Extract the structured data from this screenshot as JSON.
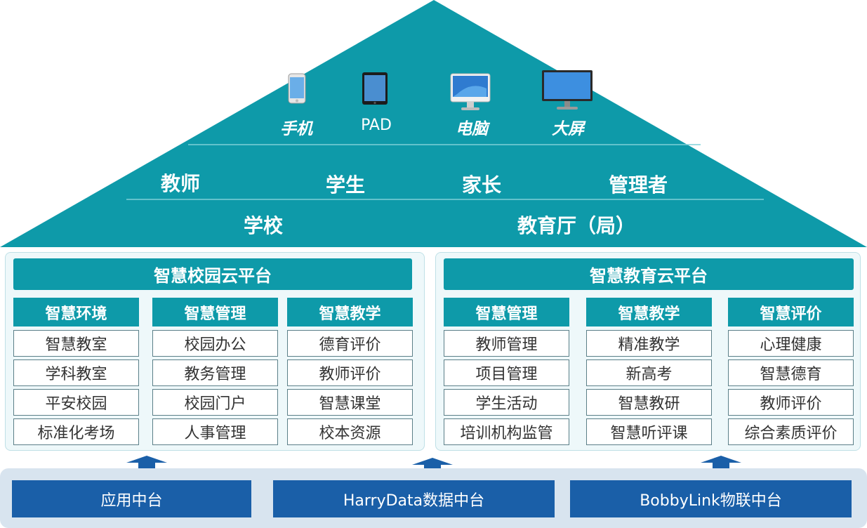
{
  "colors": {
    "teal": "#0e9aa9",
    "navy": "#1a5fa8",
    "panel": "#eef8fa",
    "base": "#d8e4ef"
  },
  "devices": [
    {
      "icon": "phone-icon",
      "label": "手机"
    },
    {
      "icon": "tablet-icon",
      "label": "PAD"
    },
    {
      "icon": "desktop-icon",
      "label": "电脑"
    },
    {
      "icon": "monitor-icon",
      "label": "大屏"
    }
  ],
  "roles": [
    "教师",
    "学生",
    "家长",
    "管理者"
  ],
  "organizations": [
    "学校",
    "教育厅（局）"
  ],
  "platforms": [
    {
      "title": "智慧校园云平台",
      "columns": [
        {
          "header": "智慧环境",
          "items": [
            "智慧教室",
            "学科教室",
            "平安校园",
            "标准化考场"
          ]
        },
        {
          "header": "智慧管理",
          "items": [
            "校园办公",
            "教务管理",
            "校园门户",
            "人事管理"
          ]
        },
        {
          "header": "智慧教学",
          "items": [
            "德育评价",
            "教师评价",
            "智慧课堂",
            "校本资源"
          ]
        }
      ]
    },
    {
      "title": "智慧教育云平台",
      "columns": [
        {
          "header": "智慧管理",
          "items": [
            "教师管理",
            "项目管理",
            "学生活动",
            "培训机构监管"
          ]
        },
        {
          "header": "智慧教学",
          "items": [
            "精准教学",
            "新高考",
            "智慧教研",
            "智慧听评课"
          ]
        },
        {
          "header": "智慧评价",
          "items": [
            "心理健康",
            "智慧德育",
            "教师评价",
            "综合素质评价"
          ]
        }
      ]
    }
  ],
  "middle_platforms": [
    "应用中台",
    "HarryData数据中台",
    "BobbyLink物联中台"
  ]
}
